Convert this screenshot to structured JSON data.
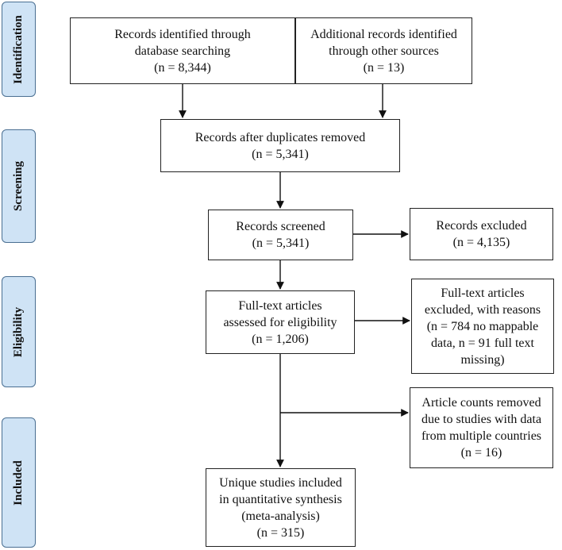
{
  "phases": {
    "identification": "Identification",
    "screening": "Screening",
    "eligibility": "Eligibility",
    "included": "Included"
  },
  "boxes": {
    "database_search": [
      "Records identified through",
      "database searching",
      "(n = 8,344)"
    ],
    "other_sources": [
      "Additional records identified",
      "through other sources",
      "(n = 13)"
    ],
    "duplicates_removed": [
      "Records after duplicates removed",
      "(n = 5,341)"
    ],
    "screened": [
      "Records screened",
      "(n = 5,341)"
    ],
    "excluded": [
      "Records excluded",
      "(n = 4,135)"
    ],
    "fulltext_assessed": [
      "Full-text articles",
      "assessed for eligibility",
      "(n = 1,206)"
    ],
    "fulltext_excluded": [
      "Full-text articles",
      "excluded, with reasons",
      "(n = 784 no mappable",
      "data, n = 91 full text",
      "missing)"
    ],
    "multi_country_removed": [
      "Article counts removed",
      "due to studies with data",
      "from multiple countries",
      "(n = 16)"
    ],
    "included_studies": [
      "Unique studies included",
      "in quantitative synthesis",
      "(meta-analysis)",
      "(n = 315)"
    ]
  }
}
